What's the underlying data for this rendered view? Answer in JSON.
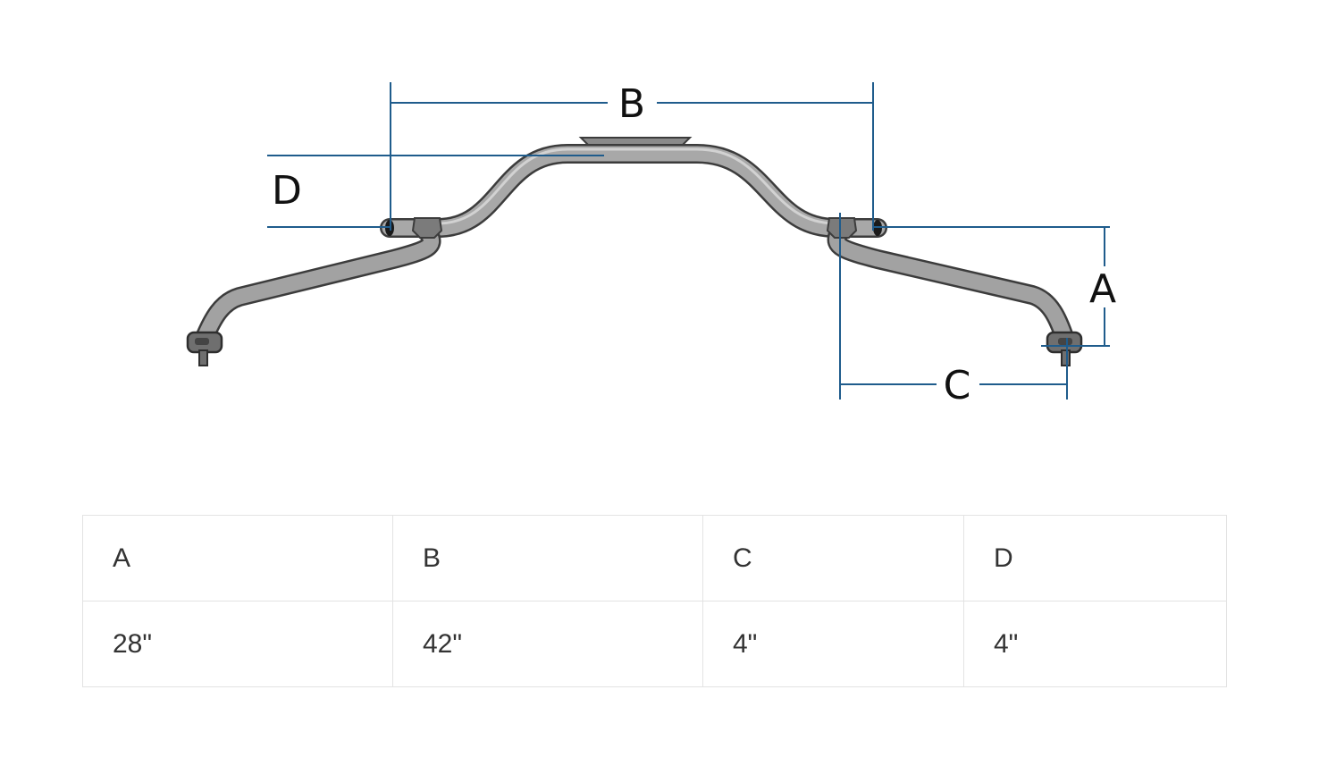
{
  "diagram": {
    "labels": {
      "a": "A",
      "b": "B",
      "c": "C",
      "d": "D"
    },
    "colors": {
      "dimension_line": "#1f5c8c",
      "tube": "#a2a2a2",
      "tube_outline": "#3c3c3c"
    }
  },
  "table": {
    "headers": [
      "A",
      "B",
      "C",
      "D"
    ],
    "values": [
      "28\"",
      "42\"",
      "4\"",
      "4\""
    ]
  }
}
